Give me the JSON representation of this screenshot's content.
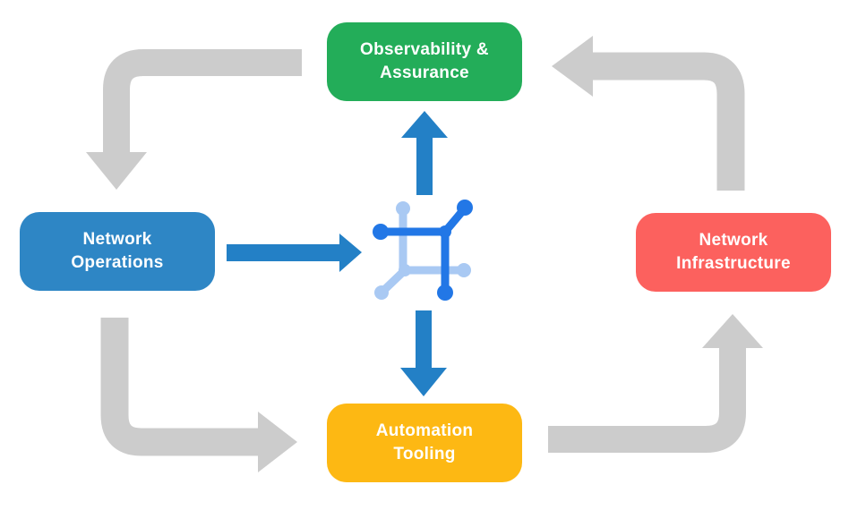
{
  "diagram": {
    "nodes": [
      {
        "id": "observability",
        "label": "Observability & Assurance",
        "color": "#23ad59",
        "position": "top-center"
      },
      {
        "id": "network-operations",
        "label": "Network Operations",
        "color": "#2e86c5",
        "position": "middle-left"
      },
      {
        "id": "network-infrastructure",
        "label": "Network Infrastructure",
        "color": "#fc615e",
        "position": "middle-right"
      },
      {
        "id": "automation-tooling",
        "label": "Automation Tooling",
        "color": "#fdb813",
        "position": "bottom-center"
      }
    ],
    "center_icon": {
      "name": "network-automation-icon",
      "dark_blue": "#2277e6",
      "light_blue": "#a9c9f3"
    },
    "arrows": {
      "gray_color": "#cccccc",
      "blue_color": "#2380c6",
      "gray_cycle": [
        {
          "from": "observability",
          "to": "network-operations",
          "shape": "elbow-left-down"
        },
        {
          "from": "network-operations",
          "to": "automation-tooling",
          "shape": "elbow-down-right"
        },
        {
          "from": "automation-tooling",
          "to": "network-infrastructure",
          "shape": "elbow-right-up"
        },
        {
          "from": "network-infrastructure",
          "to": "observability",
          "shape": "elbow-up-left"
        }
      ],
      "blue_links": [
        {
          "from": "network-operations",
          "to": "center-icon",
          "direction": "right"
        },
        {
          "from": "center-icon",
          "to": "observability",
          "direction": "up"
        },
        {
          "from": "center-icon",
          "to": "automation-tooling",
          "direction": "down"
        }
      ]
    }
  }
}
